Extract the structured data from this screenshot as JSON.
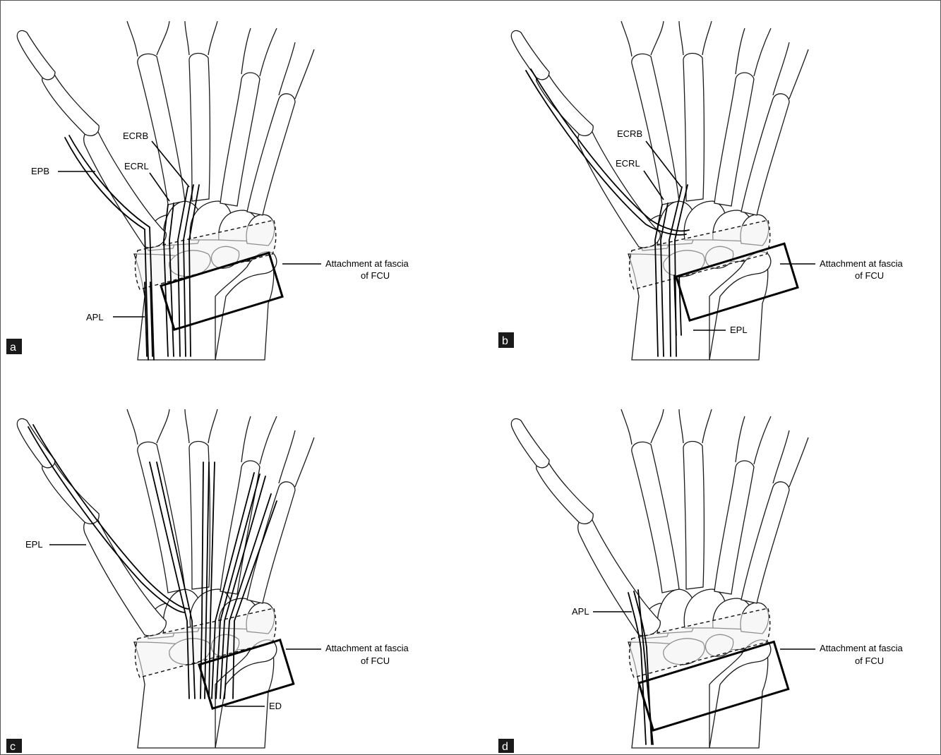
{
  "panels": [
    {
      "id": "a",
      "badge": "a",
      "labels": [
        {
          "key": "ecrb",
          "text": "ECRB"
        },
        {
          "key": "ecrl",
          "text": "ECRL"
        },
        {
          "key": "epb",
          "text": "EPB"
        },
        {
          "key": "apl",
          "text": "APL"
        }
      ],
      "attachment": [
        "Attachment at fascia",
        "of FCU"
      ]
    },
    {
      "id": "b",
      "badge": "b",
      "labels": [
        {
          "key": "ecrb",
          "text": "ECRB"
        },
        {
          "key": "ecrl",
          "text": "ECRL"
        },
        {
          "key": "epl",
          "text": "EPL"
        }
      ],
      "attachment": [
        "Attachment at fascia",
        "of FCU"
      ]
    },
    {
      "id": "c",
      "badge": "c",
      "labels": [
        {
          "key": "epl",
          "text": "EPL"
        },
        {
          "key": "ed",
          "text": "ED"
        }
      ],
      "attachment": [
        "Attachment at fascia",
        "of FCU"
      ]
    },
    {
      "id": "d",
      "badge": "d",
      "labels": [
        {
          "key": "apl",
          "text": "APL"
        }
      ],
      "attachment": [
        "Attachment at fascia",
        "of FCU"
      ]
    }
  ]
}
